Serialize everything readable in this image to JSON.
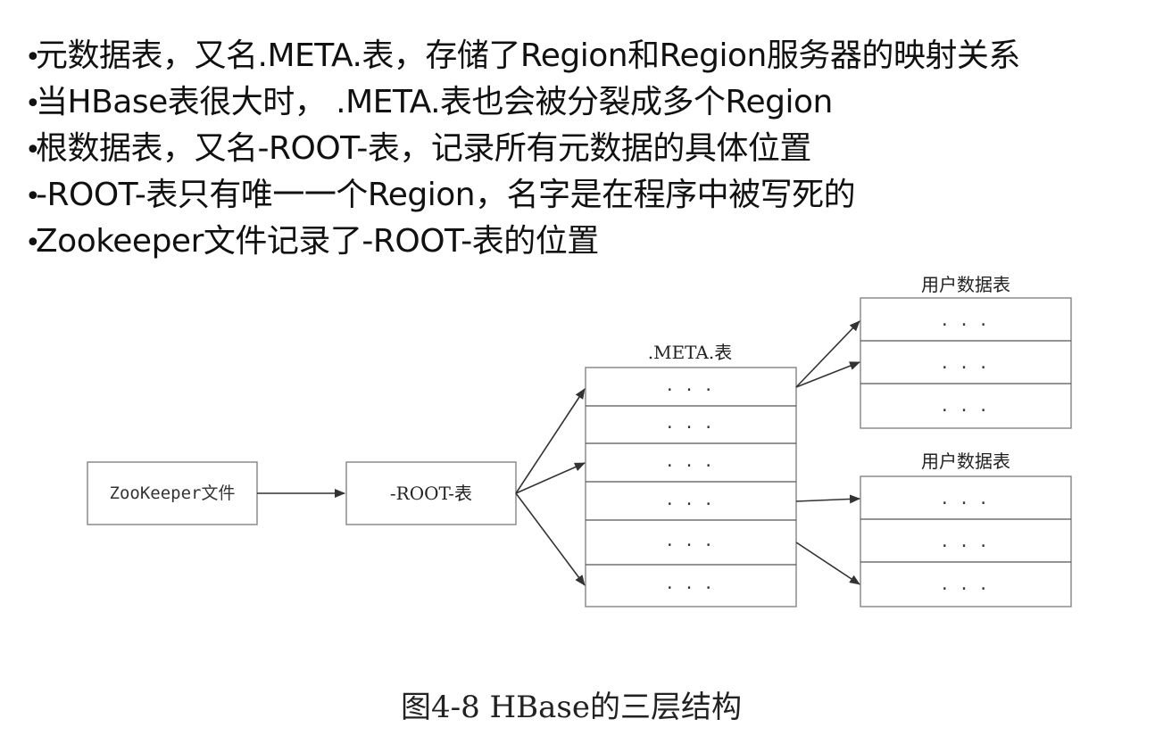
{
  "bullets": [
    "元数据表，又名.META.表，存储了Region和Region服务器的映射关系",
    "当HBase表很大时， .META.表也会被分裂成多个Region",
    "根数据表，又名-ROOT-表，记录所有元数据的具体位置",
    "-ROOT-表只有唯一一个Region，名字是在程序中被写死的",
    "Zookeeper文件记录了-ROOT-表的位置"
  ],
  "diagram": {
    "zookeeper_label": "ZooKeeper文件",
    "root_label": "-ROOT-表",
    "meta_label": ".META.表",
    "user_table_1_label": "用户数据表",
    "user_table_2_label": "用户数据表",
    "ellipsis": "· · ·",
    "caption": "图4-8 HBase的三层结构"
  }
}
